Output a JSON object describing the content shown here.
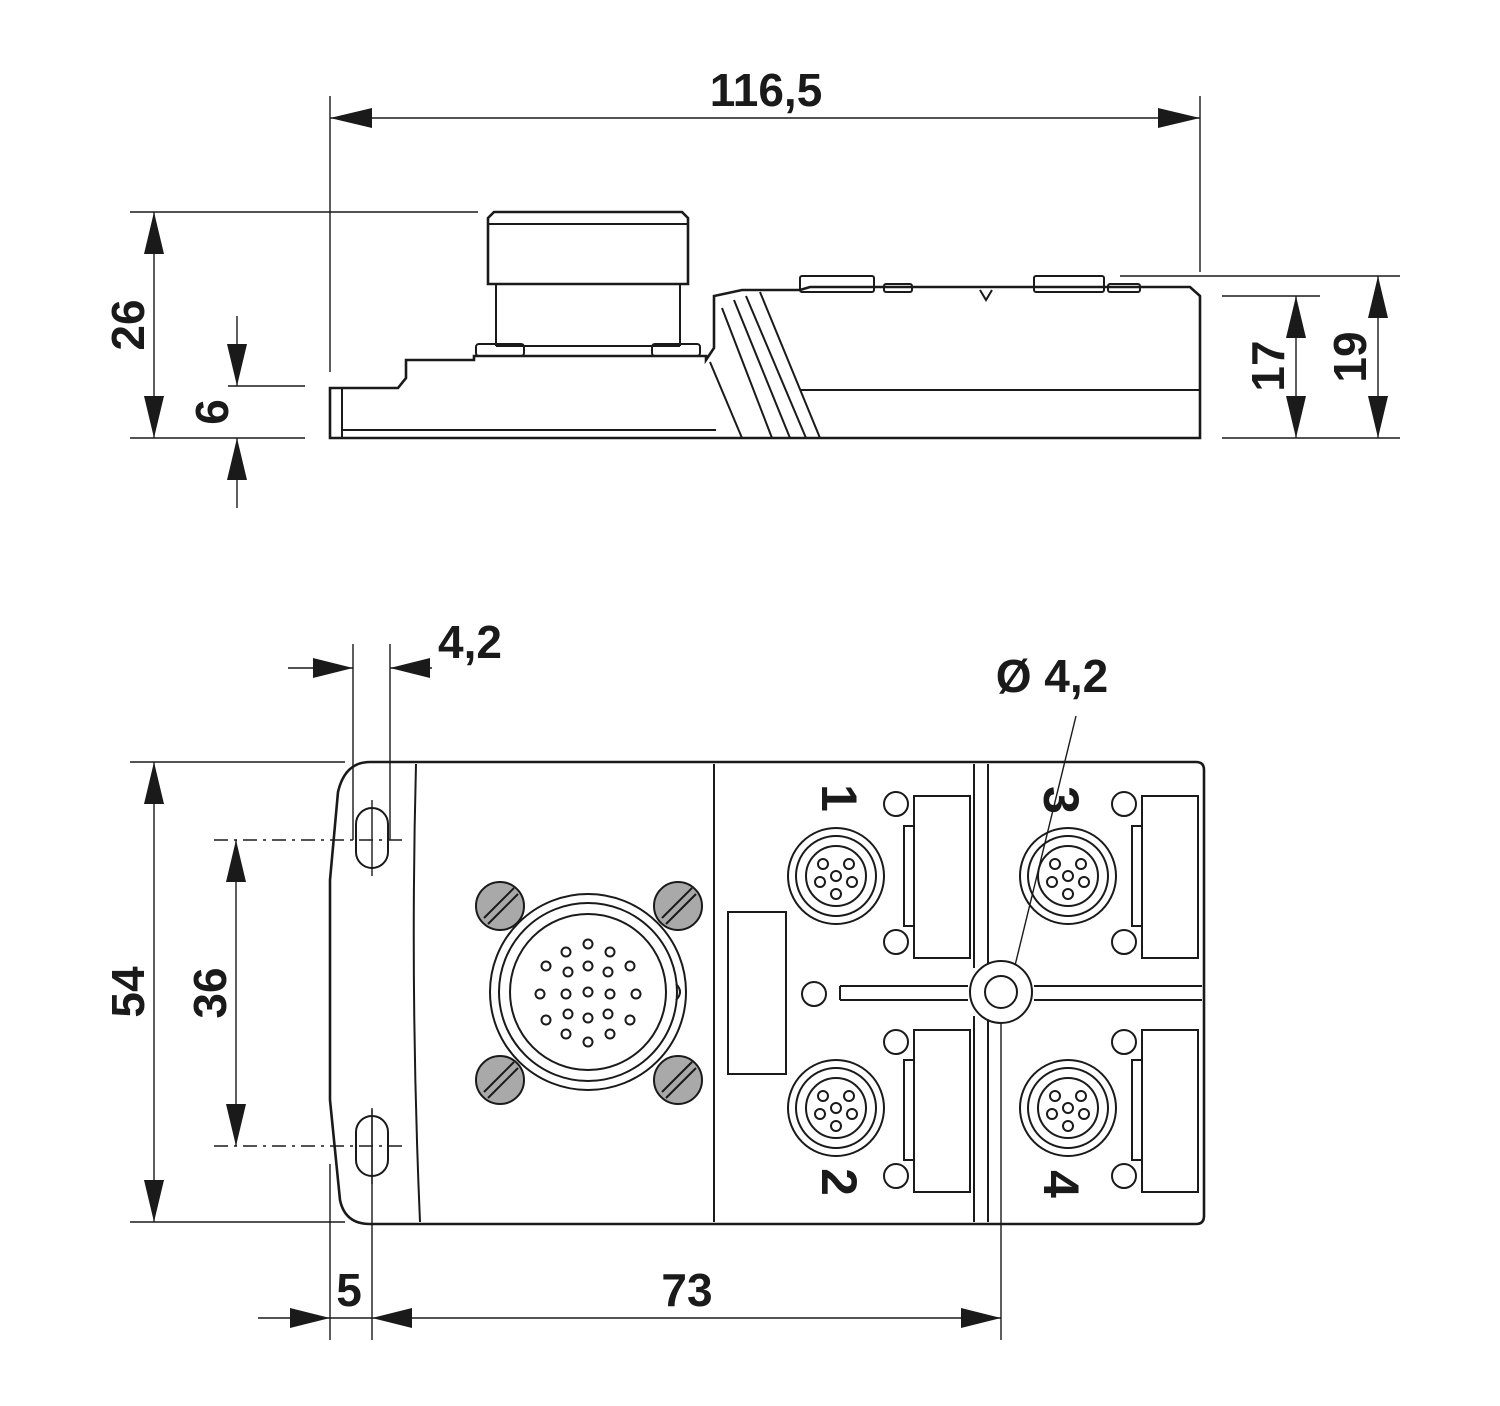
{
  "side_view": {
    "dim_length": "116,5",
    "dim_height_total": "26",
    "dim_base": "6",
    "dim_body_17": "17",
    "dim_body_19": "19"
  },
  "top_view": {
    "dim_slot_width": "4,2",
    "dim_hole_diameter": "Ø 4,2",
    "dim_width": "54",
    "dim_hole_spacing": "36",
    "dim_offset": "5",
    "dim_hole_distance": "73",
    "port_labels": [
      "1",
      "2",
      "3",
      "4"
    ]
  }
}
